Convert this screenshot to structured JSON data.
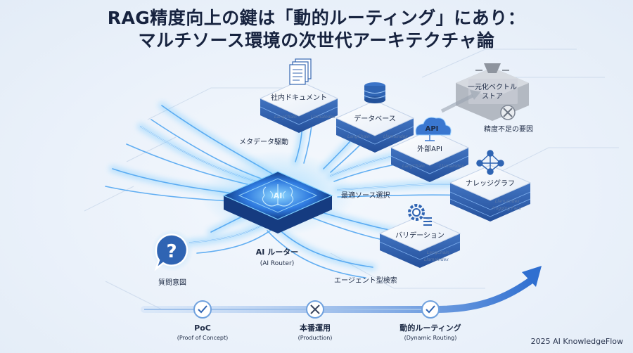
{
  "title": {
    "line1": "RAG精度向上の鍵は「動的ルーティング」にあり：",
    "line2": "マルチソース環境の次世代アーキテクチャ論"
  },
  "sources": {
    "internal_docs": "社内ドキュメント",
    "database": "データベース",
    "external_api": "外部API",
    "api_badge": "API",
    "knowledge_graph": "ナレッジグラフ",
    "validation": "バリデーション",
    "unified_vector_store": [
      "一元化ベクトル",
      "ストア"
    ],
    "accuracy_shortfall": "精度不足の要因"
  },
  "tier_labels": [
    "LangChain",
    "LlamaIndex",
    "LangChain",
    "LlamaIndex",
    "Hugging Face"
  ],
  "flow_labels": {
    "metadata_driven": "メタデータ駆動",
    "optimal_source_selection": "最適ソース選択",
    "agent_search": "エージェント型検索"
  },
  "router": {
    "chip_text": "AI",
    "name": "AI ルーター",
    "name_en": "(AI Router)"
  },
  "query_intent": {
    "glyph": "?",
    "label": "質問意図"
  },
  "timeline": [
    {
      "label": "PoC",
      "sub": "(Proof of Concept)"
    },
    {
      "label": "本番運用",
      "sub": "(Production)"
    },
    {
      "label": "動的ルーティング",
      "sub": "(Dynamic Routing)"
    }
  ],
  "credit": "2025 AI KnowledgeFlow",
  "colors": {
    "primary_blue": "#2f64b3",
    "light_blue": "#6ba7ec",
    "glow": "#52b6ff",
    "grey_store": "#c2c7cf"
  }
}
